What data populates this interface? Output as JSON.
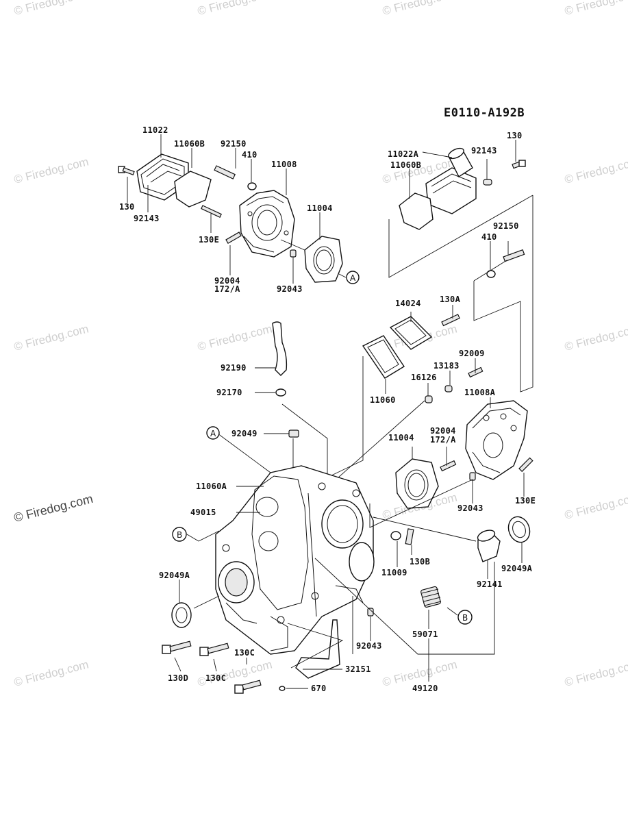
{
  "diagram_code": "E0110-A192B",
  "watermark": "© Firedog.com",
  "callouts": {
    "a": "A",
    "b": "B"
  },
  "labels": {
    "p11022": "11022",
    "p11060B_left": "11060B",
    "p92150_left": "92150",
    "p410_left": "410",
    "p11008": "11008",
    "p130_left": "130",
    "p92143_left": "92143",
    "p130E_left": "130E",
    "p11004_top": "11004",
    "p92004_left": "92004",
    "p172A_left": "172/A",
    "p92043_top": "92043",
    "p11022A": "11022A",
    "p11060B_right": "11060B",
    "p92143_right": "92143",
    "p130_right": "130",
    "p92150_right": "92150",
    "p410_right": "410",
    "p14024": "14024",
    "p130A": "130A",
    "p92009": "92009",
    "p13183": "13183",
    "p16126": "16126",
    "p92190": "92190",
    "p11060": "11060",
    "p11008A": "11008A",
    "p92170": "92170",
    "p92049": "92049",
    "p11004_mid": "11004",
    "p92004_right": "92004",
    "p172A_right": "172/A",
    "p11060A": "11060A",
    "p49015": "49015",
    "p92043_mid": "92043",
    "p130E_right": "130E",
    "p11009": "11009",
    "p130B": "130B",
    "p92049A_left": "92049A",
    "p92049A_right": "92049A",
    "p92141": "92141",
    "p92043_bottom": "92043",
    "p59071": "59071",
    "p130D": "130D",
    "p130C_a": "130C",
    "p130C_b": "130C",
    "p32151": "32151",
    "p670": "670",
    "p49120": "49120"
  }
}
